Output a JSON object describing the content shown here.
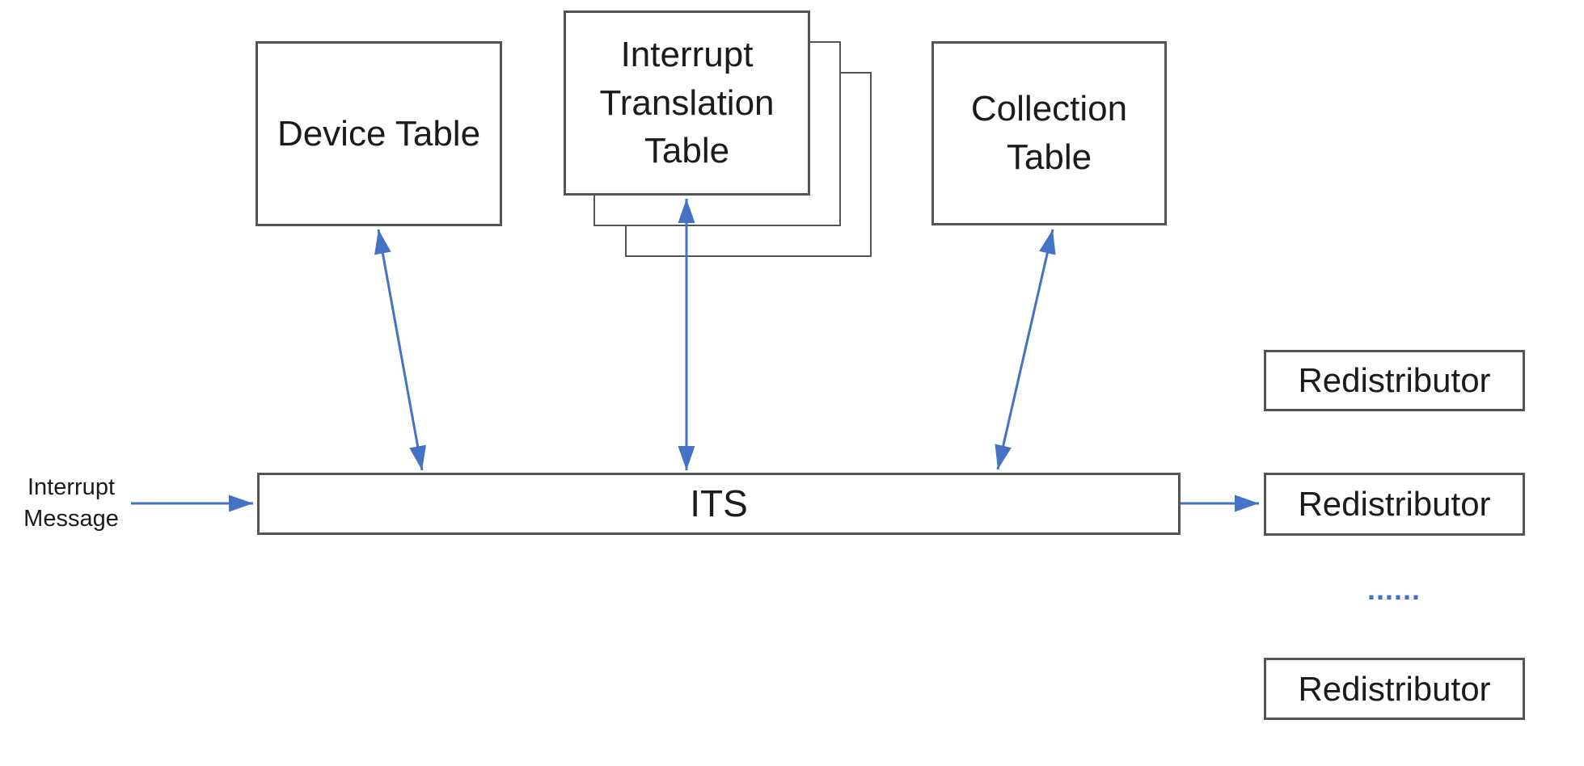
{
  "colors": {
    "arrow": "#4472C4",
    "box_border": "#545454",
    "text": "#1b1b1b",
    "background": "#ffffff"
  },
  "nodes": {
    "device_table": {
      "label": "Device Table"
    },
    "interrupt_translation_table": {
      "label": "Interrupt Translation Table",
      "stacked_copies": 3
    },
    "collection_table": {
      "label": "Collection Table"
    },
    "its": {
      "label": "ITS"
    },
    "interrupt_message": {
      "label": "Interrupt Message"
    },
    "redistributors": [
      {
        "label": "Redistributor"
      },
      {
        "label": "Redistributor"
      },
      {
        "label": "Redistributor"
      }
    ],
    "ellipsis": {
      "label": "......"
    }
  },
  "edges": [
    {
      "from": "Interrupt Message",
      "to": "ITS",
      "arrow": "one-way"
    },
    {
      "from": "ITS",
      "to": "Device Table",
      "arrow": "two-way"
    },
    {
      "from": "ITS",
      "to": "Interrupt Translation Table",
      "arrow": "two-way"
    },
    {
      "from": "ITS",
      "to": "Collection Table",
      "arrow": "two-way"
    },
    {
      "from": "ITS",
      "to": "Redistributor",
      "arrow": "one-way"
    }
  ]
}
